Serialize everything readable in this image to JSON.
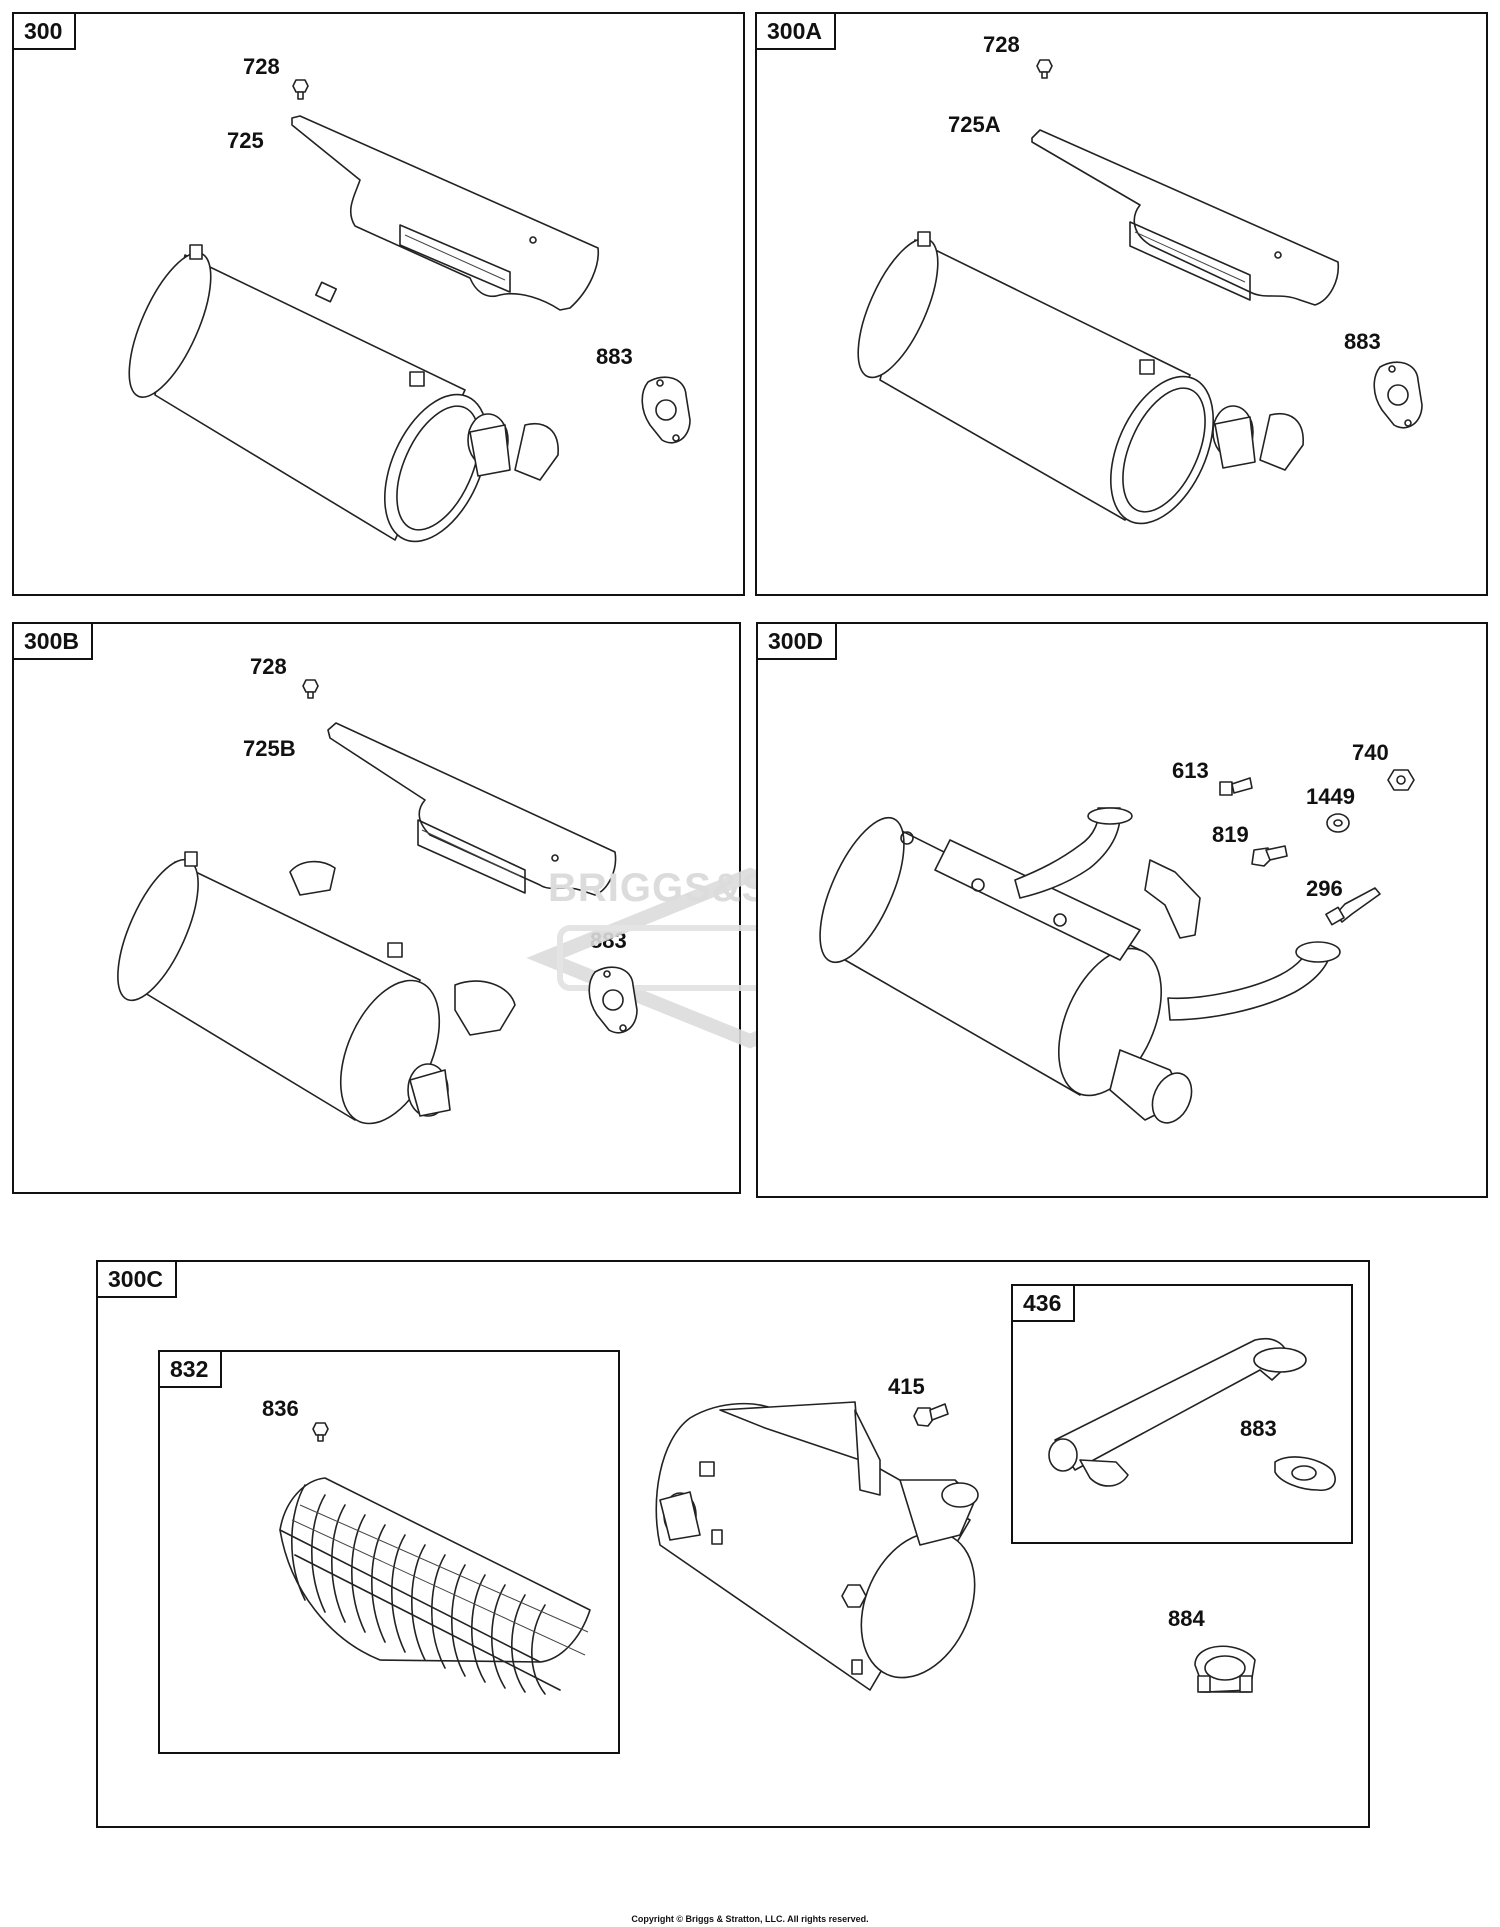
{
  "panels": {
    "p300": {
      "tag": "300",
      "callouts": {
        "c728": "728",
        "c725": "725",
        "c883": "883"
      }
    },
    "p300a": {
      "tag": "300A",
      "callouts": {
        "c728": "728",
        "c725a": "725A",
        "c883": "883"
      }
    },
    "p300b": {
      "tag": "300B",
      "callouts": {
        "c728": "728",
        "c725b": "725B",
        "c883": "883"
      }
    },
    "p300d": {
      "tag": "300D",
      "callouts": {
        "c613": "613",
        "c740": "740",
        "c1449": "1449",
        "c819": "819",
        "c296": "296"
      }
    },
    "p300c": {
      "tag": "300C",
      "callouts": {
        "c415": "415",
        "c884": "884"
      }
    },
    "p832": {
      "tag": "832",
      "callouts": {
        "c836": "836"
      }
    },
    "p436": {
      "tag": "436",
      "callouts": {
        "c883": "883"
      }
    }
  },
  "watermark": {
    "text": "BRIGGS&STRATTON",
    "mark": "®"
  },
  "copyright": "Copyright © Briggs & Stratton, LLC. All rights reserved.",
  "colors": {
    "line": "#222222",
    "watermark": "#d9d9d9",
    "background": "#ffffff"
  }
}
